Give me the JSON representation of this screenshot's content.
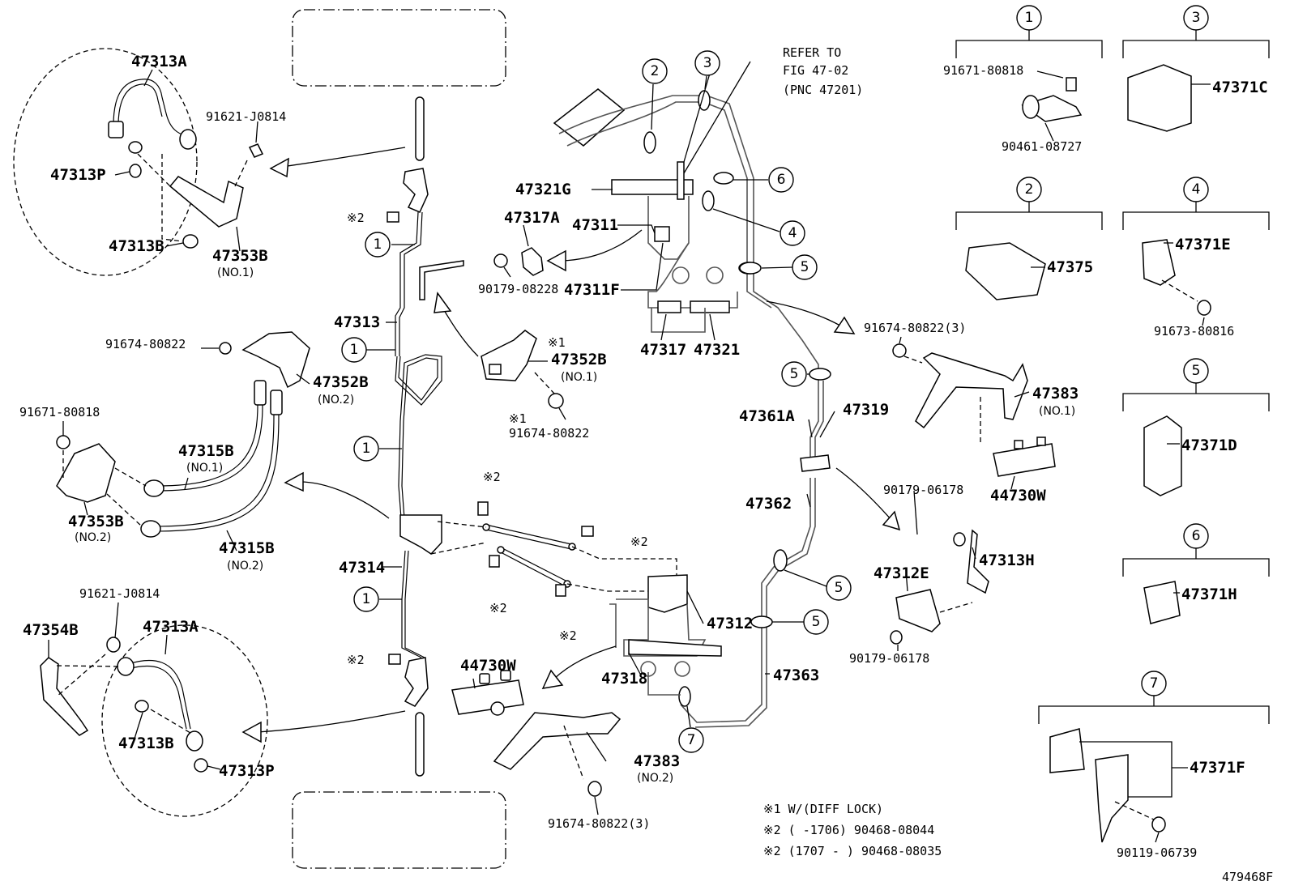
{
  "diagram_id": "479468F",
  "note": {
    "refer": [
      "REFER TO",
      "FIG 47-02",
      "(PNC 47201)"
    ]
  },
  "labels": {
    "p47313A_top": "47313A",
    "p91621_top": "91621-J0814",
    "p47313P_top": "47313P",
    "p47313B_top": "47313B",
    "p47353B_1": "47353B",
    "p47353B_1_sub": "(NO.1)",
    "p47313": "47313",
    "p91674_left": "91674-80822",
    "p47352B_2": "47352B",
    "p47352B_2_sub": "(NO.2)",
    "p91671_left": "91671-80818",
    "p47315B_1": "47315B",
    "p47315B_1_sub": "(NO.1)",
    "p47353B_2": "47353B",
    "p47353B_2_sub": "(NO.2)",
    "p47315B_2": "47315B",
    "p47315B_2_sub": "(NO.2)",
    "p47314": "47314",
    "p91621_bot": "91621-J0814",
    "p47354B": "47354B",
    "p47313A_bot": "47313A",
    "p47313B_bot": "47313B",
    "p47313P_bot": "47313P",
    "p47317A": "47317A",
    "p90179_08228": "90179-08228",
    "p47321G": "47321G",
    "p47311": "47311",
    "p47311F": "47311F",
    "p47317": "47317",
    "p47321": "47321",
    "p47352B_1": "47352B",
    "p47352B_1_sub": "(NO.1)",
    "p47352B_1_mark": "※1",
    "p91674_mid": "91674-80822",
    "p91674_mid_mark": "※1",
    "p47361A": "47361A",
    "p47319": "47319",
    "p47362": "47362",
    "p47312": "47312",
    "p47318": "47318",
    "p44730W_bot": "44730W",
    "p47383_2": "47383",
    "p47383_2_sub": "(NO.2)",
    "p91674_bot": "91674-80822(3)",
    "p47363": "47363",
    "p91674_right": "91674-80822(3)",
    "p47383_1": "47383",
    "p47383_1_sub": "(NO.1)",
    "p44730W_right": "44730W",
    "p90179_06178_a": "90179-06178",
    "p47313H": "47313H",
    "p47312E": "47312E",
    "p90179_06178_b": "90179-06178",
    "g1_a": "91671-80818",
    "g1_b": "90461-08727",
    "g3": "47371C",
    "g2": "47375",
    "g4_a": "47371E",
    "g4_b": "91673-80816",
    "g5": "47371D",
    "g6": "47371H",
    "g7_a": "47371F",
    "g7_b": "90119-06739",
    "mark2": "※2"
  },
  "footnotes": [
    "※1 W/(DIFF LOCK)",
    "※2 (      -1706) 90468-08044",
    "※2 (1707 -     ) 90468-08035"
  ],
  "circles": [
    "1",
    "2",
    "3",
    "4",
    "5",
    "6",
    "7"
  ]
}
